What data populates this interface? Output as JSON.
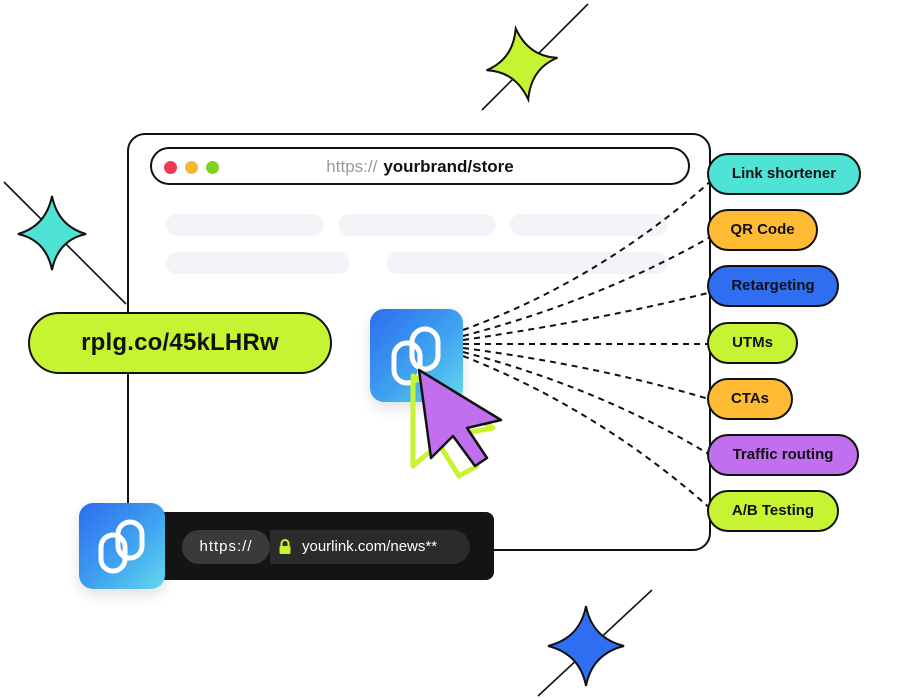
{
  "browser": {
    "url_protocol": "https://",
    "url_domain": "yourbrand/store",
    "traffic_lights": [
      "#ee3a52",
      "#f5b82e",
      "#7ed321"
    ]
  },
  "short_link": {
    "text": "rplg.co/45kLHRw",
    "color": "#c6f432"
  },
  "features": [
    {
      "label": "Link shortener",
      "color": "#4fe3d6"
    },
    {
      "label": "QR Code",
      "color": "#ffbb33"
    },
    {
      "label": "Retargeting",
      "color": "#2f6ef0"
    },
    {
      "label": "UTMs",
      "color": "#c6f432"
    },
    {
      "label": "CTAs",
      "color": "#ffbb33"
    },
    {
      "label": "Traffic routing",
      "color": "#c070ef"
    },
    {
      "label": "A/B Testing",
      "color": "#c6f432"
    }
  ],
  "link_bar": {
    "protocol": "https://",
    "url": "yourlink.com/news**",
    "lock_color": "#c6f432"
  },
  "icons": {
    "logo": "chain-link-icon",
    "cursor": "cursor-pointer-icon",
    "lock": "lock-icon",
    "stars": "sparkle-star-icon"
  },
  "colors": {
    "cursor_fill": "#c070ef",
    "cursor_outline": "#c6f432",
    "star_green": "#c6f432",
    "star_teal": "#4fe3d6",
    "star_blue": "#2f6ef0"
  }
}
